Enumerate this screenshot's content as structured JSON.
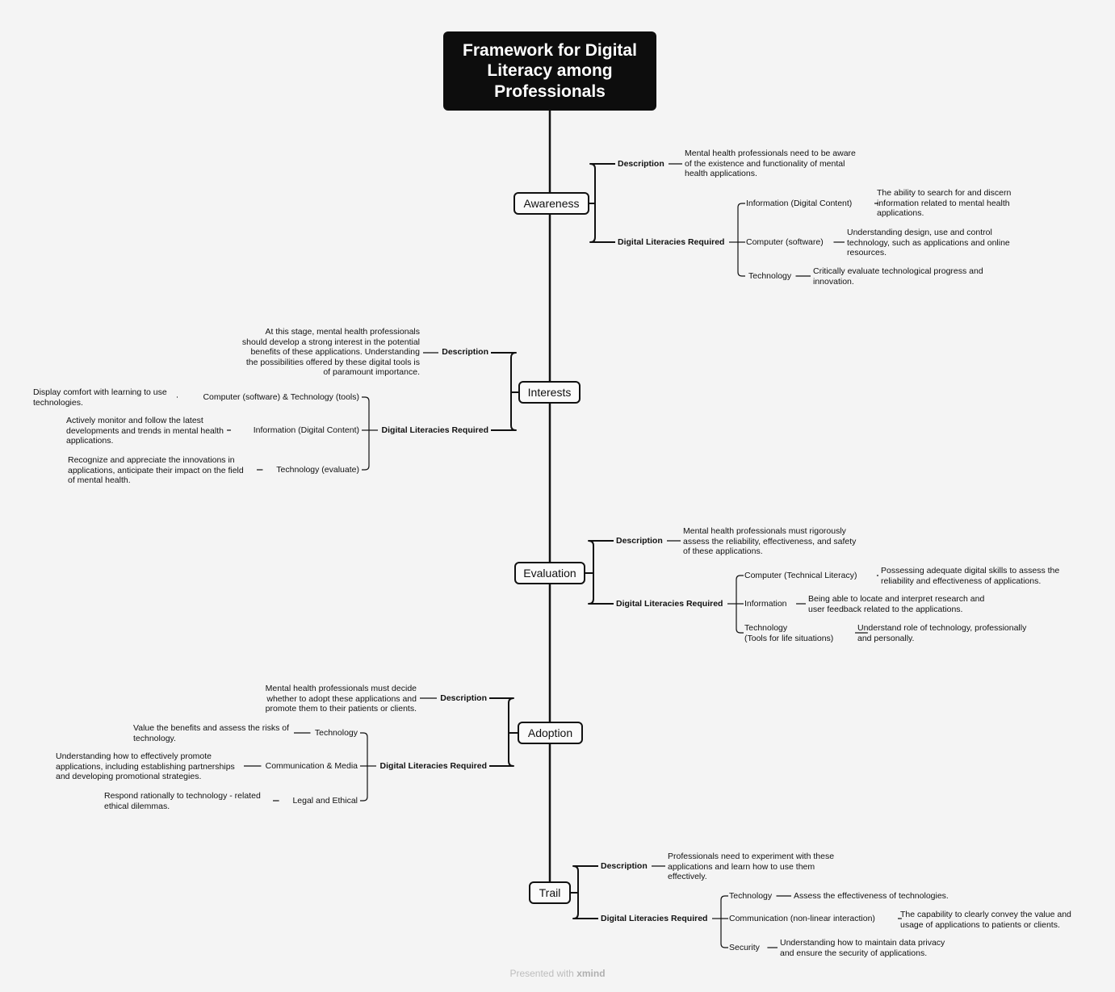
{
  "title_lines": [
    "Framework for Digital",
    "Literacy among",
    "Professionals"
  ],
  "stages": [
    {
      "name": "Awareness",
      "description_label": "Description",
      "description_lines": [
        "Mental health professionals need to be aware",
        "of the existence and functionality of mental",
        "health applications."
      ],
      "literacies_label": "Digital Literacies Required",
      "literacies": [
        {
          "name_lines": [
            "Information (Digital Content)"
          ],
          "detail_lines": [
            "The ability to search for and discern",
            "information related to mental health",
            "applications."
          ]
        },
        {
          "name_lines": [
            "Computer (software)"
          ],
          "detail_lines": [
            "Understanding design, use and control",
            "technology, such as applications and online",
            "resources."
          ]
        },
        {
          "name_lines": [
            "Technology"
          ],
          "detail_lines": [
            "Critically evaluate technological progress and",
            "innovation."
          ]
        }
      ]
    },
    {
      "name": "Interests",
      "description_label": "Description",
      "description_lines": [
        "At this stage, mental health professionals",
        "should develop a strong interest in the potential",
        "benefits of these applications. Understanding",
        "the possibilities offered by these digital tools is",
        "of paramount importance."
      ],
      "literacies_label": "Digital Literacies Required",
      "literacies": [
        {
          "name_lines": [
            "Computer (software) & Technology (tools)"
          ],
          "detail_lines": [
            "Display comfort with learning to use",
            "technologies."
          ]
        },
        {
          "name_lines": [
            "Information (Digital Content)"
          ],
          "detail_lines": [
            "Actively monitor and follow the latest",
            "developments and trends in mental health",
            "applications."
          ]
        },
        {
          "name_lines": [
            "Technology (evaluate)"
          ],
          "detail_lines": [
            "Recognize and appreciate the innovations in",
            "applications, anticipate their impact on the field",
            "of mental health."
          ]
        }
      ]
    },
    {
      "name": "Evaluation",
      "description_label": "Description",
      "description_lines": [
        "Mental health professionals must rigorously",
        "assess the reliability, effectiveness, and safety",
        "of these applications."
      ],
      "literacies_label": "Digital Literacies Required",
      "literacies": [
        {
          "name_lines": [
            "Computer (Technical Literacy)"
          ],
          "detail_lines": [
            "Possessing adequate digital skills to assess the",
            "reliability and effectiveness of applications."
          ]
        },
        {
          "name_lines": [
            "Information"
          ],
          "detail_lines": [
            "Being able to locate and interpret research and",
            "user feedback related to the applications."
          ]
        },
        {
          "name_lines": [
            "Technology",
            "(Tools for life situations)"
          ],
          "detail_lines": [
            "Understand role of technology, professionally",
            "and personally."
          ]
        }
      ]
    },
    {
      "name": "Adoption",
      "description_label": "Description",
      "description_lines": [
        "Mental health professionals must decide",
        "whether to adopt these applications and",
        "promote them to their patients or clients."
      ],
      "literacies_label": "Digital Literacies Required",
      "literacies": [
        {
          "name_lines": [
            "Technology"
          ],
          "detail_lines": [
            "Value the benefits and assess the risks of",
            "technology."
          ]
        },
        {
          "name_lines": [
            "Communication & Media"
          ],
          "detail_lines": [
            "Understanding how to effectively promote",
            "applications, including establishing partnerships",
            "and developing promotional strategies."
          ]
        },
        {
          "name_lines": [
            "Legal and Ethical"
          ],
          "detail_lines": [
            "Respond rationally to technology - related",
            "ethical dilemmas."
          ]
        }
      ]
    },
    {
      "name": "Trail",
      "description_label": "Description",
      "description_lines": [
        "Professionals need to experiment with these",
        "applications and learn how to use them",
        "effectively."
      ],
      "literacies_label": "Digital Literacies Required",
      "literacies": [
        {
          "name_lines": [
            "Technology"
          ],
          "detail_lines": [
            "Assess the effectiveness of technologies."
          ]
        },
        {
          "name_lines": [
            "Communication (non-linear interaction)"
          ],
          "detail_lines": [
            "The capability to clearly convey the value and",
            "usage of applications to patients or clients."
          ]
        },
        {
          "name_lines": [
            "Security"
          ],
          "detail_lines": [
            "Understanding how to maintain data privacy",
            "and ensure the security of applications."
          ]
        }
      ]
    }
  ],
  "footer": {
    "prefix": "Presented with",
    "brand": "xmind"
  }
}
